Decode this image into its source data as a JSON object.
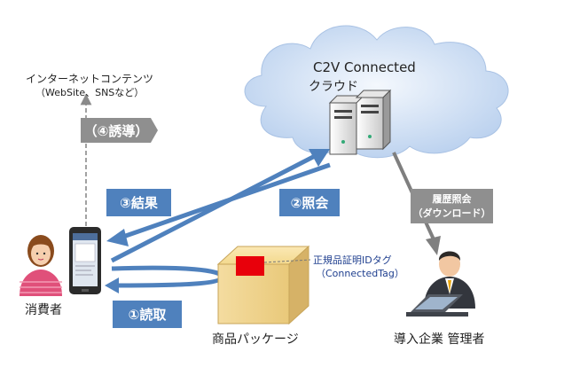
{
  "internet": {
    "title": "インターネットコンテンツ",
    "subtitle": "（WebSite、SNSなど）"
  },
  "cloud": {
    "title": "C2V Connected",
    "subtitle": "クラウド"
  },
  "steps": {
    "guide": "（④誘導）",
    "result": "③結果",
    "query": "②照会",
    "read": "①読取"
  },
  "history": {
    "line1": "履歴照会",
    "line2": "（ダウンロード）"
  },
  "tag": {
    "line1": "正規品証明IDタグ",
    "line2": "（ConnectedTag）"
  },
  "labels": {
    "consumer": "消費者",
    "package": "商品パッケージ",
    "admin": "導入企業 管理者"
  },
  "colors": {
    "arrow_blue": "#4f81bd",
    "box_blue": "#4f81bd",
    "gray_box": "#8f8f8f",
    "cloud": "#cfdff2",
    "tag_red": "#e8000b"
  }
}
